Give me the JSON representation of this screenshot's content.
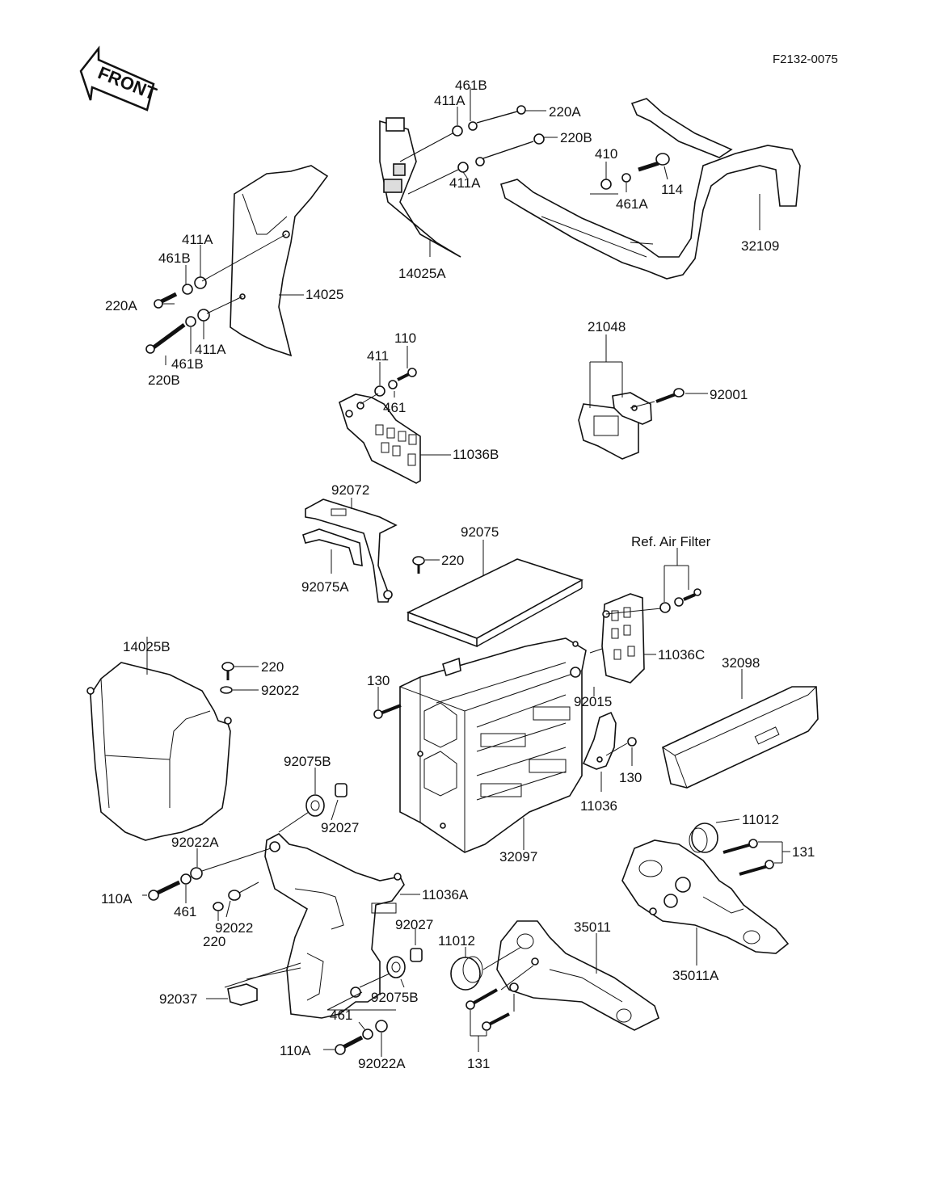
{
  "diagram": {
    "doc_code": "F2132-0075",
    "front_arrow": "FRONT",
    "callouts": {
      "c220A_top": "220A",
      "c461B_top": "461B",
      "c411A_top": "411A",
      "c220B_top": "220B",
      "c411A_mid": "411A",
      "c14025A": "14025A",
      "c410": "410",
      "c114": "114",
      "c461A": "461A",
      "c32109": "32109",
      "c411A_l1": "411A",
      "c461B_l1": "461B",
      "c14025": "14025",
      "c220A_l": "220A",
      "c411A_l2": "411A",
      "c461B_l2": "461B",
      "c220B_l": "220B",
      "c411": "411",
      "c110": "110",
      "c461": "461",
      "c11036B": "11036B",
      "c21048": "21048",
      "c92001": "92001",
      "c92072": "92072",
      "c92075": "92075",
      "c220_m": "220",
      "c92075A": "92075A",
      "c_ref": "Ref. Air Filter",
      "c11036C": "11036C",
      "c32098": "32098",
      "c14025B": "14025B",
      "c220_l": "220",
      "c92022": "92022",
      "c130_l": "130",
      "c92015": "92015",
      "c130_r": "130",
      "c11036": "11036",
      "c32097": "32097",
      "c92075B_t": "92075B",
      "c92027_t": "92027",
      "c92022A_t": "92022A",
      "c110A_t": "110A",
      "c461_t": "461",
      "c92022_b": "92022",
      "c220_b": "220",
      "c11036A": "11036A",
      "c92027_b": "92027",
      "c92075B_b": "92075B",
      "c92037": "92037",
      "c461_b": "461",
      "c110A_b": "110A",
      "c92022A_b": "92022A",
      "c11012_m": "11012",
      "c35011": "35011",
      "c131_m": "131",
      "c11012_r": "11012",
      "c131_r": "131",
      "c35011A": "35011A"
    }
  }
}
